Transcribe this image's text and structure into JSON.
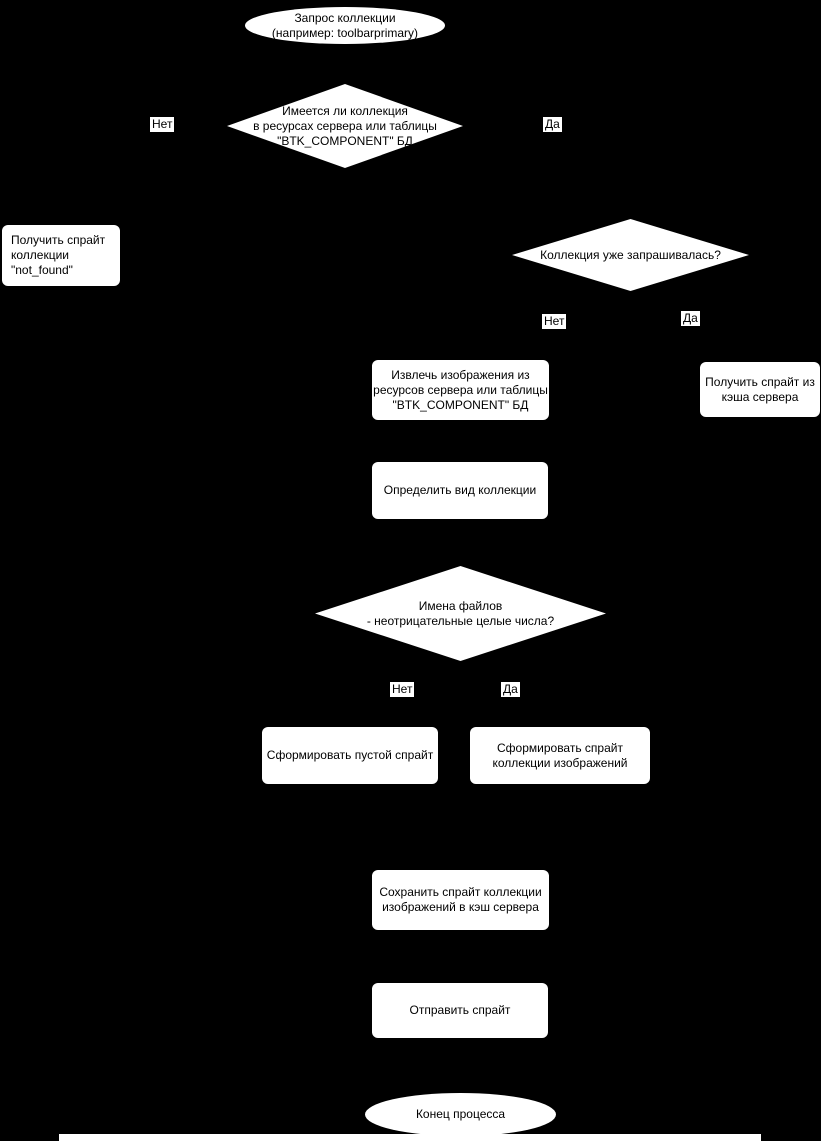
{
  "diagram": {
    "background_color": "#000000",
    "shape_fill_color": "#ffffff",
    "text_color": "#000000",
    "nodes": {
      "start": "Запрос коллекции\n(например: toolbarprimary)",
      "check_exists": "Имеется ли коллекция\nв ресурсах сервера или таблицы\n\"BTK_COMPONENT\" БД",
      "get_not_found": "Получить спрайт\nколлекции\n\"not_found\"",
      "check_requested": "Коллекция уже запрашивалась?",
      "extract_images": "Извлечь изображения из\nресурсов сервера или таблицы\n\"BTK_COMPONENT\" БД",
      "get_from_cache": "Получить спрайт из\nкэша сервера",
      "determine_type": "Определить вид коллекции",
      "check_filenames": "Имена файлов\n-  неотрицательные целые числа?",
      "make_empty_sprite": "Сформировать пустой спрайт",
      "make_collection_sprite": "Сформировать спрайт\nколлекции изображений",
      "save_to_cache": "Сохранить спрайт коллекции\nизображений в кэш сервера",
      "send_sprite": "Отправить спрайт",
      "end": "Конец процесса"
    },
    "edge_labels": {
      "exists_no": "Нет",
      "exists_yes": "Да",
      "requested_no": "Нет",
      "requested_yes": "Да",
      "filenames_no": "Нет",
      "filenames_yes": "Да"
    }
  }
}
